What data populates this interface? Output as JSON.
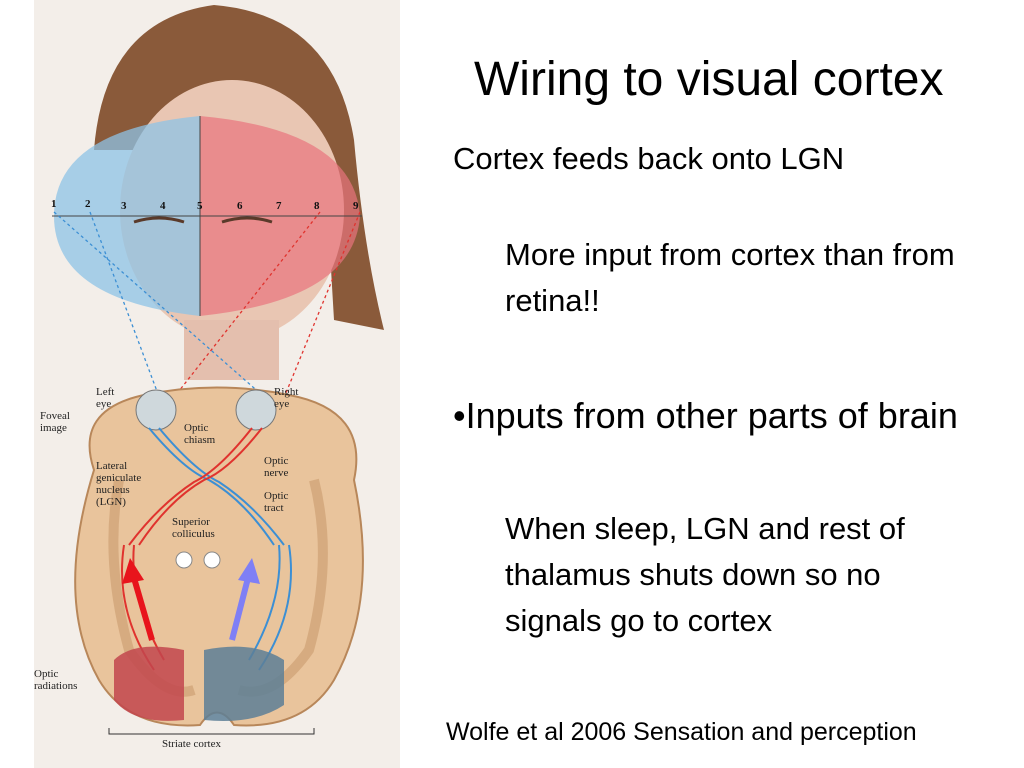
{
  "slide": {
    "title": "Wiring to visual cortex",
    "points": [
      "Cortex feeds back onto LGN",
      "More input from cortex than from retina!!",
      "•Inputs from other parts of brain",
      "When sleep, LGN and rest of thalamus shuts down so no signals go to cortex"
    ],
    "credit": "Wolfe et al 2006 Sensation and perception"
  },
  "figure": {
    "visual_field_numbers": [
      "1",
      "2",
      "3",
      "4",
      "5",
      "6",
      "7",
      "8",
      "9"
    ],
    "labels": {
      "left_eye": "Left eye",
      "right_eye": "Right eye",
      "foveal_image": "Foveal image",
      "optic_chiasm": "Optic chiasm",
      "optic_nerve": "Optic nerve",
      "optic_tract": "Optic tract",
      "lgn": "Lateral geniculate nucleus (LGN)",
      "superior_colliculus": "Superior colliculus",
      "optic_radiations": "Optic radiations",
      "striate_cortex": "Striate cortex"
    },
    "colors": {
      "left_field": "#8ec3e6",
      "right_field": "#e8747e",
      "red_pathway": "#e0332e",
      "blue_pathway": "#3c8fd4",
      "red_arrow": "#e8141c",
      "blue_arrow": "#7f7ff5"
    }
  }
}
